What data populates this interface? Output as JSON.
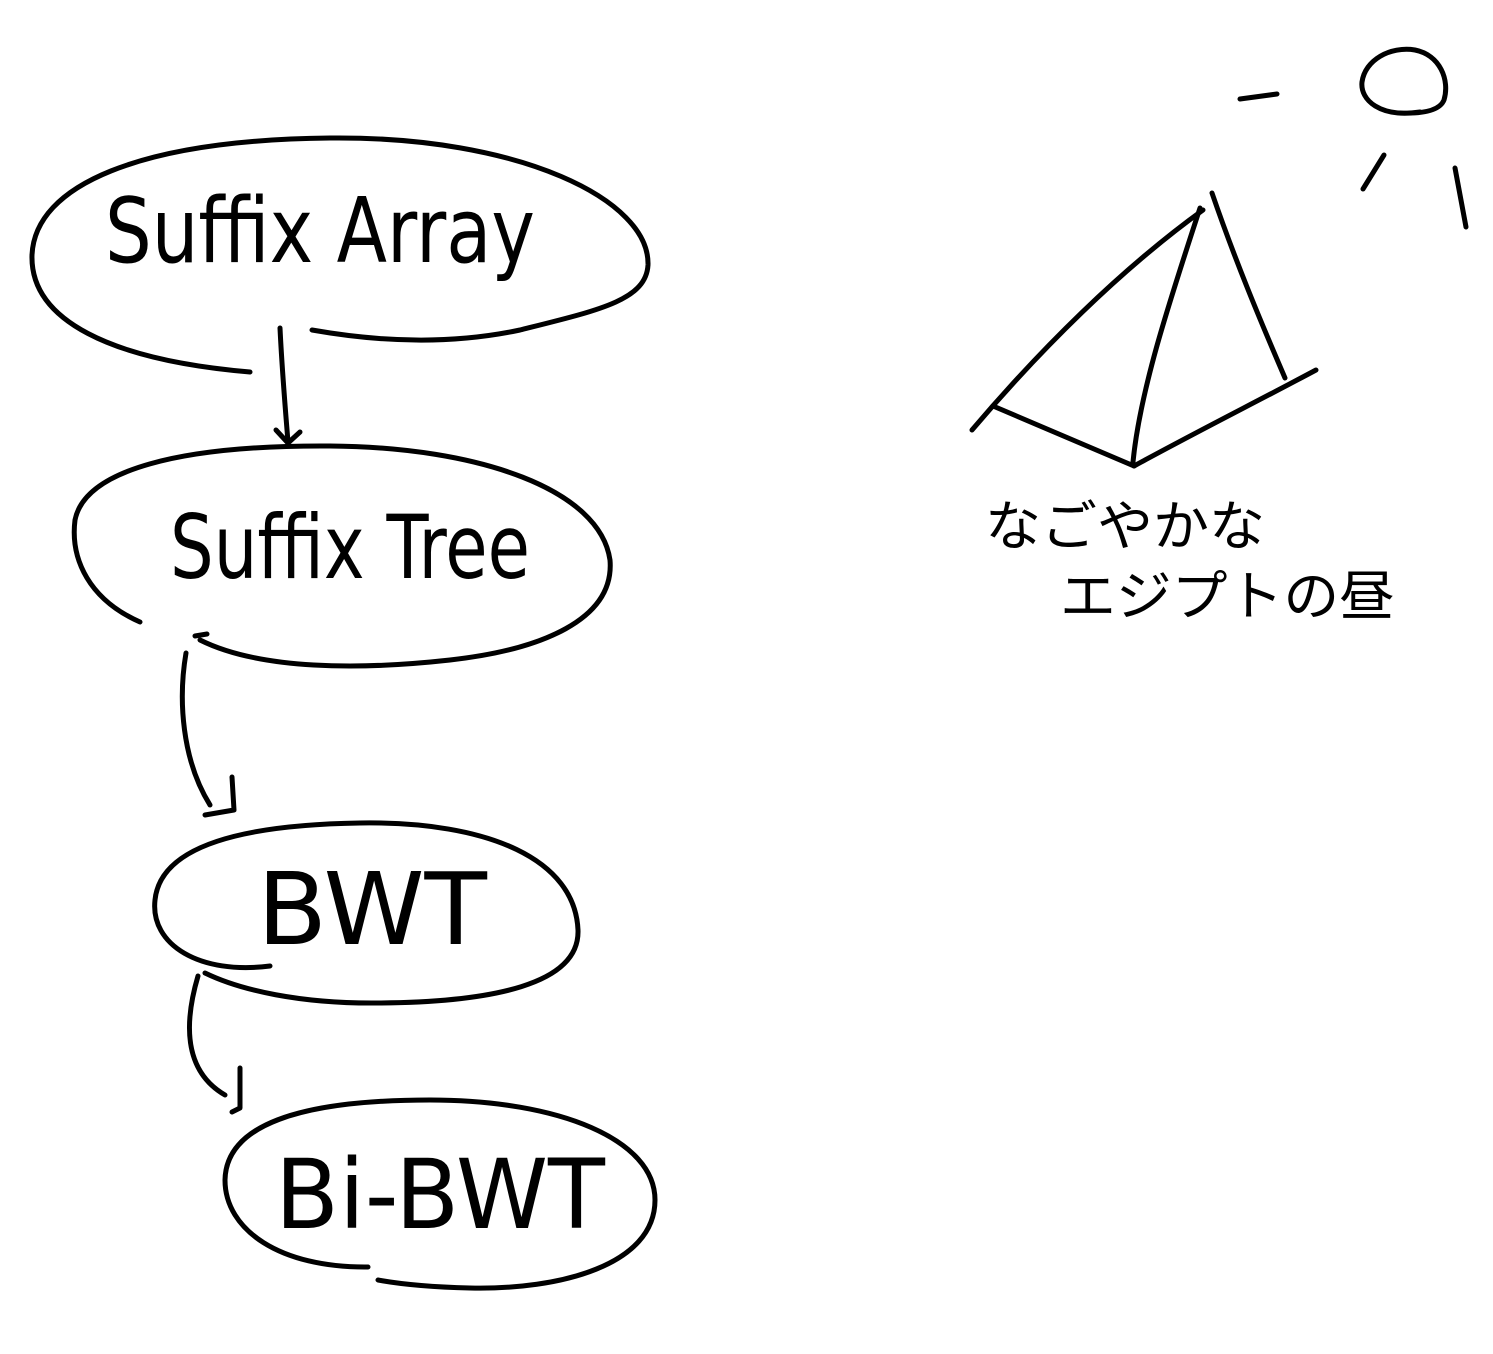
{
  "diagram": {
    "nodes": [
      {
        "id": "suffix-array",
        "label": "Suffix Array"
      },
      {
        "id": "suffix-tree",
        "label": "Suffix Tree"
      },
      {
        "id": "bwt",
        "label": "BWT"
      },
      {
        "id": "bi-bwt",
        "label": "Bi-BWT"
      }
    ],
    "edges": [
      {
        "from": "suffix-array",
        "to": "suffix-tree"
      },
      {
        "from": "suffix-tree",
        "to": "bwt"
      },
      {
        "from": "bwt",
        "to": "bi-bwt"
      }
    ]
  },
  "sketch": {
    "caption_line1": "なごやかな",
    "caption_line2": "エジプトの昼",
    "depicts": [
      "pyramid",
      "sun"
    ]
  },
  "colors": {
    "ink": "#000000",
    "background": "#ffffff"
  }
}
